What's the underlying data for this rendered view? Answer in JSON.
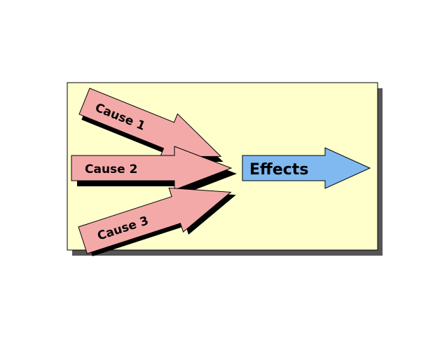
{
  "diagram": {
    "causes": [
      {
        "label": "Cause 1"
      },
      {
        "label": "Cause 2"
      },
      {
        "label": "Cause 3"
      }
    ],
    "effect": {
      "label": "Effects"
    }
  },
  "colors": {
    "panel_fill": "#ffffcc",
    "panel_shadow": "#555555",
    "cause_fill": "#f4a9a9",
    "effect_fill": "#7fb9f0",
    "arrow_shadow": "#000000",
    "outline": "#000000"
  }
}
